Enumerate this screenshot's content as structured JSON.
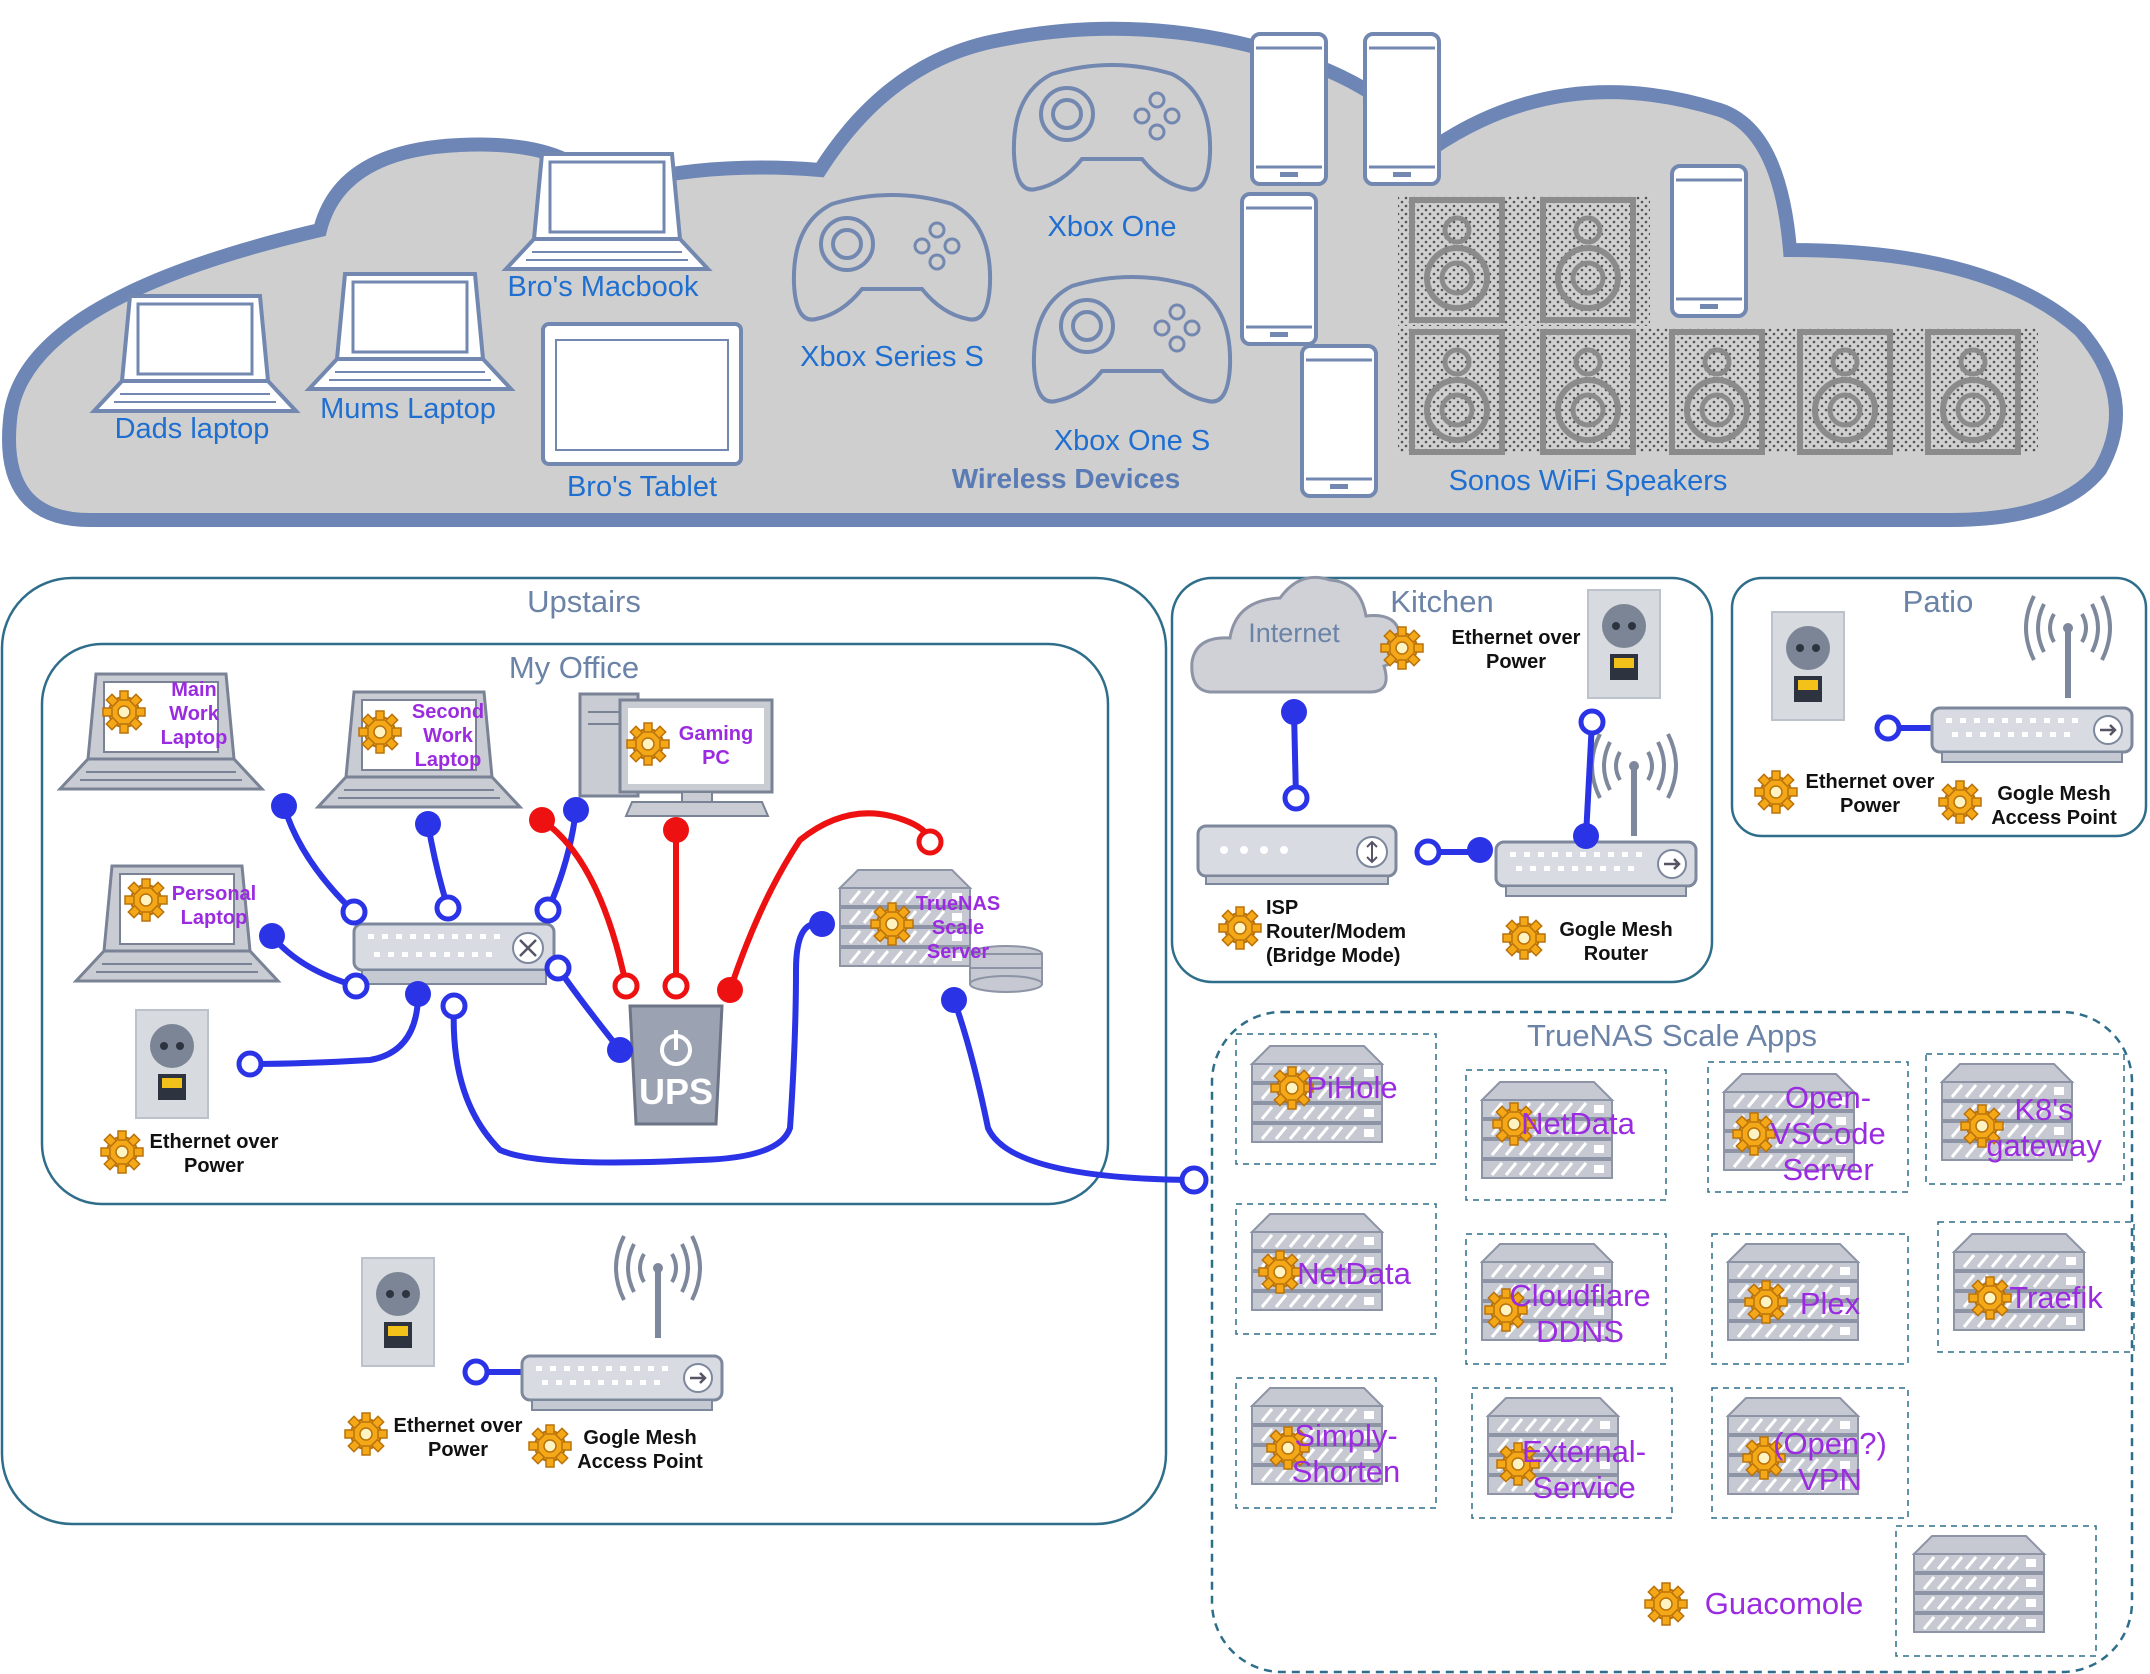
{
  "wireless": {
    "title": "Wireless Devices",
    "devices": {
      "dads_laptop": "Dads laptop",
      "mums_laptop": "Mums Laptop",
      "bros_macbook": "Bro's Macbook",
      "bros_tablet": "Bro's Tablet",
      "xbox_series_s": "Xbox Series S",
      "xbox_one": "Xbox One",
      "xbox_one_s": "Xbox One S",
      "sonos": "Sonos WiFi Speakers"
    }
  },
  "upstairs": {
    "title": "Upstairs",
    "office": {
      "title": "My Office",
      "main_laptop": [
        "Main",
        "Work",
        "Laptop"
      ],
      "second_laptop": [
        "Second",
        "Work",
        "Laptop"
      ],
      "gaming_pc": [
        "Gaming",
        "PC"
      ],
      "personal_laptop": [
        "Personal",
        "Laptop"
      ],
      "truenas": [
        "TrueNAS",
        "Scale",
        "Server"
      ],
      "ups": "UPS",
      "eop": [
        "Ethernet over",
        "Power"
      ]
    },
    "eop": [
      "Ethernet over",
      "Power"
    ],
    "mesh": [
      "Gogle Mesh",
      "Access Point"
    ]
  },
  "kitchen": {
    "title": "Kitchen",
    "internet": "Internet",
    "eop": [
      "Ethernet over",
      "Power"
    ],
    "isp": [
      "ISP",
      "Router/Modem",
      "(Bridge Mode)"
    ],
    "router": [
      "Gogle Mesh",
      "Router"
    ]
  },
  "patio": {
    "title": "Patio",
    "eop": [
      "Ethernet over",
      "Power"
    ],
    "mesh": [
      "Gogle Mesh",
      "Access Point"
    ]
  },
  "apps": {
    "title": "TrueNAS Scale Apps",
    "pihole": [
      "PiHole"
    ],
    "netdata1": [
      "NetData"
    ],
    "openvscode": [
      "Open-",
      "VSCode",
      "Server"
    ],
    "k8s": [
      "K8's",
      "gateway"
    ],
    "netdata2": [
      "NetData"
    ],
    "cloudflare": [
      "Cloudflare",
      "DDNS"
    ],
    "plex": [
      "Plex"
    ],
    "traefik": [
      "Traefik"
    ],
    "shorten": [
      "Simply-",
      "Shorten"
    ],
    "external": [
      "External-",
      "Service"
    ],
    "vpn": [
      "(Open?)",
      "VPN"
    ],
    "guacomole": "Guacomole"
  },
  "colors": {
    "cloud_fill": "#cfcfcf",
    "cloud_stroke": "#6d86b6",
    "wire_blue": "#2a33e6",
    "wire_red": "#ee1111"
  }
}
